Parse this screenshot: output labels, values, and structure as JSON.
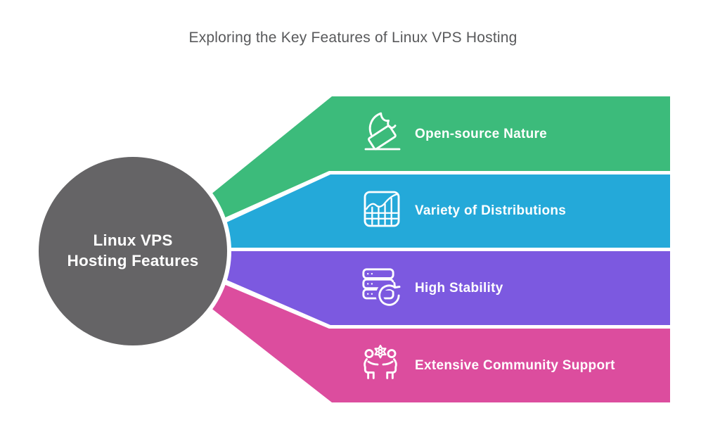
{
  "title": "Exploring the Key Features of Linux VPS Hosting",
  "center": {
    "label_line1": "Linux VPS",
    "label_line2": "Hosting Features",
    "fill": "#656466",
    "ring": "#ffffff"
  },
  "features": [
    {
      "label": "Open-source Nature",
      "color": "#3cbb7b",
      "icon": "hand-ballot-icon"
    },
    {
      "label": "Variety of Distributions",
      "color": "#24a9d9",
      "icon": "chart-grid-icon"
    },
    {
      "label": "High Stability",
      "color": "#7c59e0",
      "icon": "server-refresh-icon"
    },
    {
      "label": "Extensive Community Support",
      "color": "#dc4d9e",
      "icon": "community-gear-icon"
    }
  ],
  "style": {
    "title_color": "#58595b",
    "label_color": "#ffffff",
    "background": "#ffffff"
  }
}
